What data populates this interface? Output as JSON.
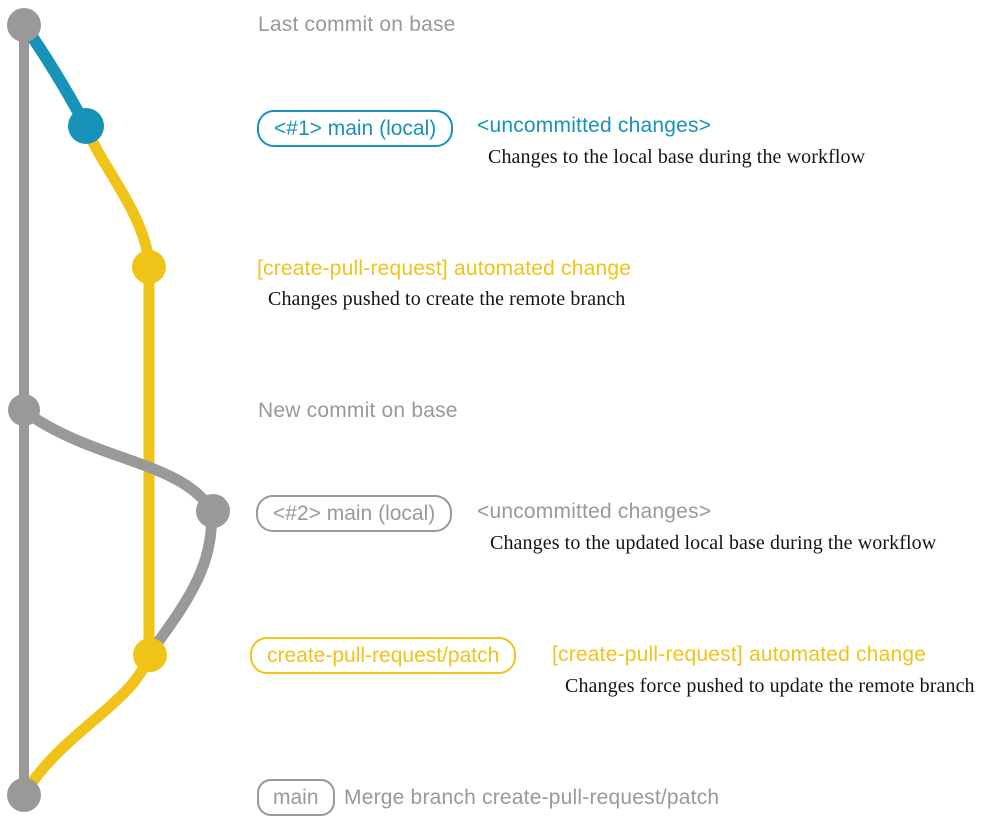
{
  "colors": {
    "gray": "#999999",
    "blue": "#1792b8",
    "yellow": "#f0c319",
    "ink": "#141414",
    "background": "#ffffff"
  },
  "graph": {
    "nodes": [
      {
        "name": "last-commit-on-base",
        "color": "gray"
      },
      {
        "name": "local-main-commit-1",
        "color": "blue"
      },
      {
        "name": "automated-change-commit-1",
        "color": "yellow"
      },
      {
        "name": "new-commit-on-base",
        "color": "gray"
      },
      {
        "name": "local-main-commit-2",
        "color": "gray"
      },
      {
        "name": "automated-change-commit-2",
        "color": "yellow"
      },
      {
        "name": "merge-commit",
        "color": "gray"
      }
    ]
  },
  "annotations": {
    "last_commit_label": "Last commit on base",
    "stage1": {
      "branch_pill": "<#1> main (local)",
      "status": "<uncommitted changes>",
      "description": "Changes to the local base during the workflow"
    },
    "push1": {
      "title": "[create-pull-request] automated change",
      "description": "Changes pushed to create the remote branch"
    },
    "new_commit_label": "New commit on base",
    "stage2": {
      "branch_pill": "<#2> main (local)",
      "status": "<uncommitted changes>",
      "description": "Changes to the updated local base during the workflow"
    },
    "push2": {
      "branch_pill": "create-pull-request/patch",
      "title": "[create-pull-request] automated change",
      "description": "Changes force pushed to update the remote branch"
    },
    "merge": {
      "branch_pill": "main",
      "message": "Merge branch create-pull-request/patch"
    }
  }
}
